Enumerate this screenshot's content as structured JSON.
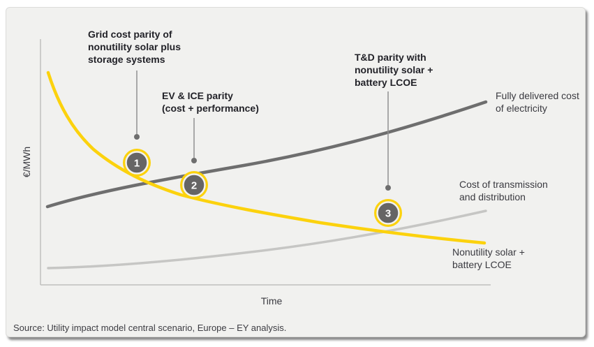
{
  "chart_data": {
    "type": "line",
    "title": "",
    "xlabel": "Time",
    "ylabel": "€/MWh",
    "x_axis_numeric": false,
    "y_axis_numeric": false,
    "grid": false,
    "legend_position": "labels at right end of each line",
    "x_normalized": [
      0,
      0.125,
      0.25,
      0.375,
      0.5,
      0.625,
      0.75,
      0.875,
      1
    ],
    "series": [
      {
        "name": "Nonutility solar + battery LCOE",
        "color": "#fcd20d",
        "trend": "steep decline that flattens over time",
        "values_relative": [
          86,
          63,
          46,
          38,
          32,
          28,
          24,
          21,
          17
        ]
      },
      {
        "name": "Fully delivered cost of electricity",
        "color": "#6e6e6e",
        "trend": "steady rise, slightly accelerating",
        "values_relative": [
          32,
          37,
          41,
          46,
          50,
          55,
          60,
          66,
          74
        ]
      },
      {
        "name": "Cost of transmission and distribution",
        "color": "#c6c6c4",
        "trend": "slow rise, accelerating late",
        "values_relative": [
          7,
          8,
          9,
          10,
          12,
          15,
          19,
          24,
          30
        ]
      }
    ],
    "markers": [
      {
        "number": "1",
        "label": "Grid cost parity of nonutility solar plus storage systems",
        "at": "where nonutility solar+storage LCOE meets fully delivered cost of electricity"
      },
      {
        "number": "2",
        "label": "EV & ICE parity (cost + performance)",
        "at": "on the declining nonutility solar + battery LCOE curve"
      },
      {
        "number": "3",
        "label": "T&D parity with nonutility solar + battery LCOE",
        "at": "where nonutility solar + battery LCOE meets cost of transmission and distribution"
      }
    ]
  },
  "annotations": {
    "grid_parity": {
      "lines": [
        "Grid cost parity of",
        "nonutility solar plus",
        "storage systems"
      ]
    },
    "ev_ice_parity": {
      "lines": [
        "EV & ICE parity",
        "(cost + performance)"
      ]
    },
    "td_parity": {
      "lines": [
        "T&D parity with",
        "nonutility solar +",
        "battery LCOE"
      ]
    }
  },
  "curve_labels": {
    "fully_delivered": {
      "lines": [
        "Fully delivered cost",
        "of electricity"
      ]
    },
    "transmission": {
      "lines": [
        "Cost of transmission",
        "and distribution"
      ]
    },
    "nonutility": {
      "lines": [
        "Nonutility solar +",
        "battery LCOE"
      ]
    }
  },
  "axes": {
    "x_label": "Time",
    "y_label": "€/MWh"
  },
  "source": "Source: Utility impact model central scenario, Europe – EY analysis.",
  "colors": {
    "yellow_curve": "#fcd20d",
    "dark_curve": "#6e6e6e",
    "light_curve": "#c6c6c4",
    "marker_fill": "#666565",
    "marker_ring": "#fcd20d",
    "card_background": "#f1f1ef",
    "axis": "#bfbfbd"
  }
}
